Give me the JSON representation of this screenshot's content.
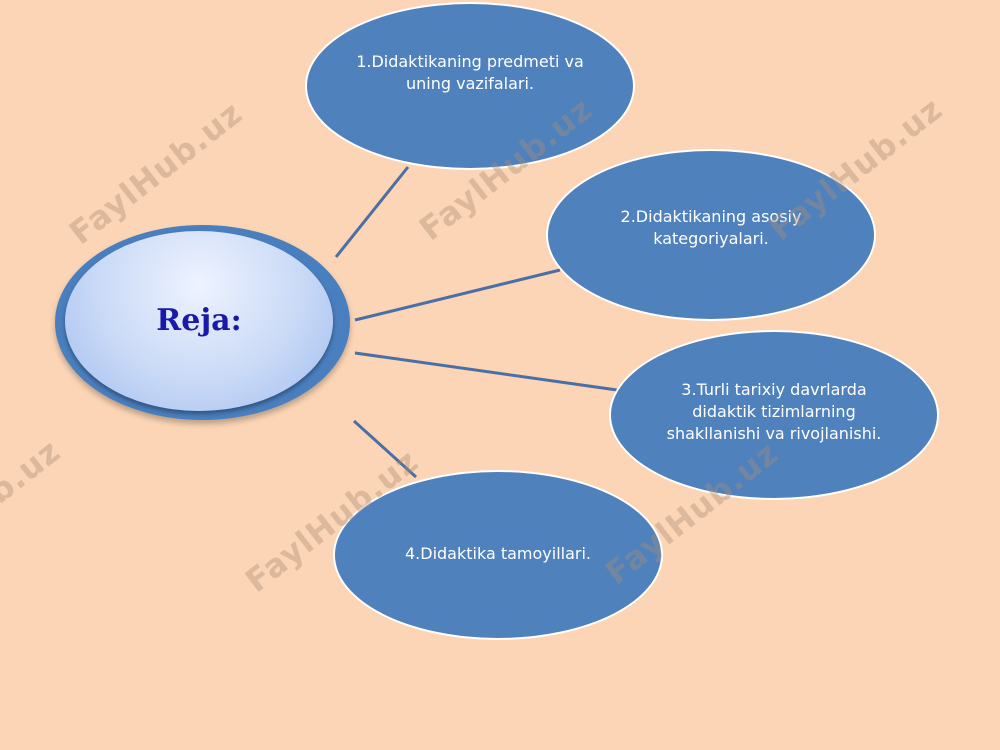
{
  "diagram": {
    "center": {
      "label": "Reja:"
    },
    "topics": [
      {
        "label": "1.Didaktikaning predmeti va uning vazifalari."
      },
      {
        "label": "2.Didaktikaning asosiy kategoriyalari."
      },
      {
        "label": "3.Turli tarixiy davrlarda didaktik tizimlarning shakllanishi va rivojlanishi."
      },
      {
        "label": "4.Didaktika tamoyillari."
      }
    ]
  },
  "watermark": {
    "text": "FaylHub.uz"
  },
  "colors": {
    "background": "#fbd5b5",
    "node_fill": "#4f81bd",
    "center_text": "#1a1aa8",
    "connector": "#4a6fa5"
  }
}
